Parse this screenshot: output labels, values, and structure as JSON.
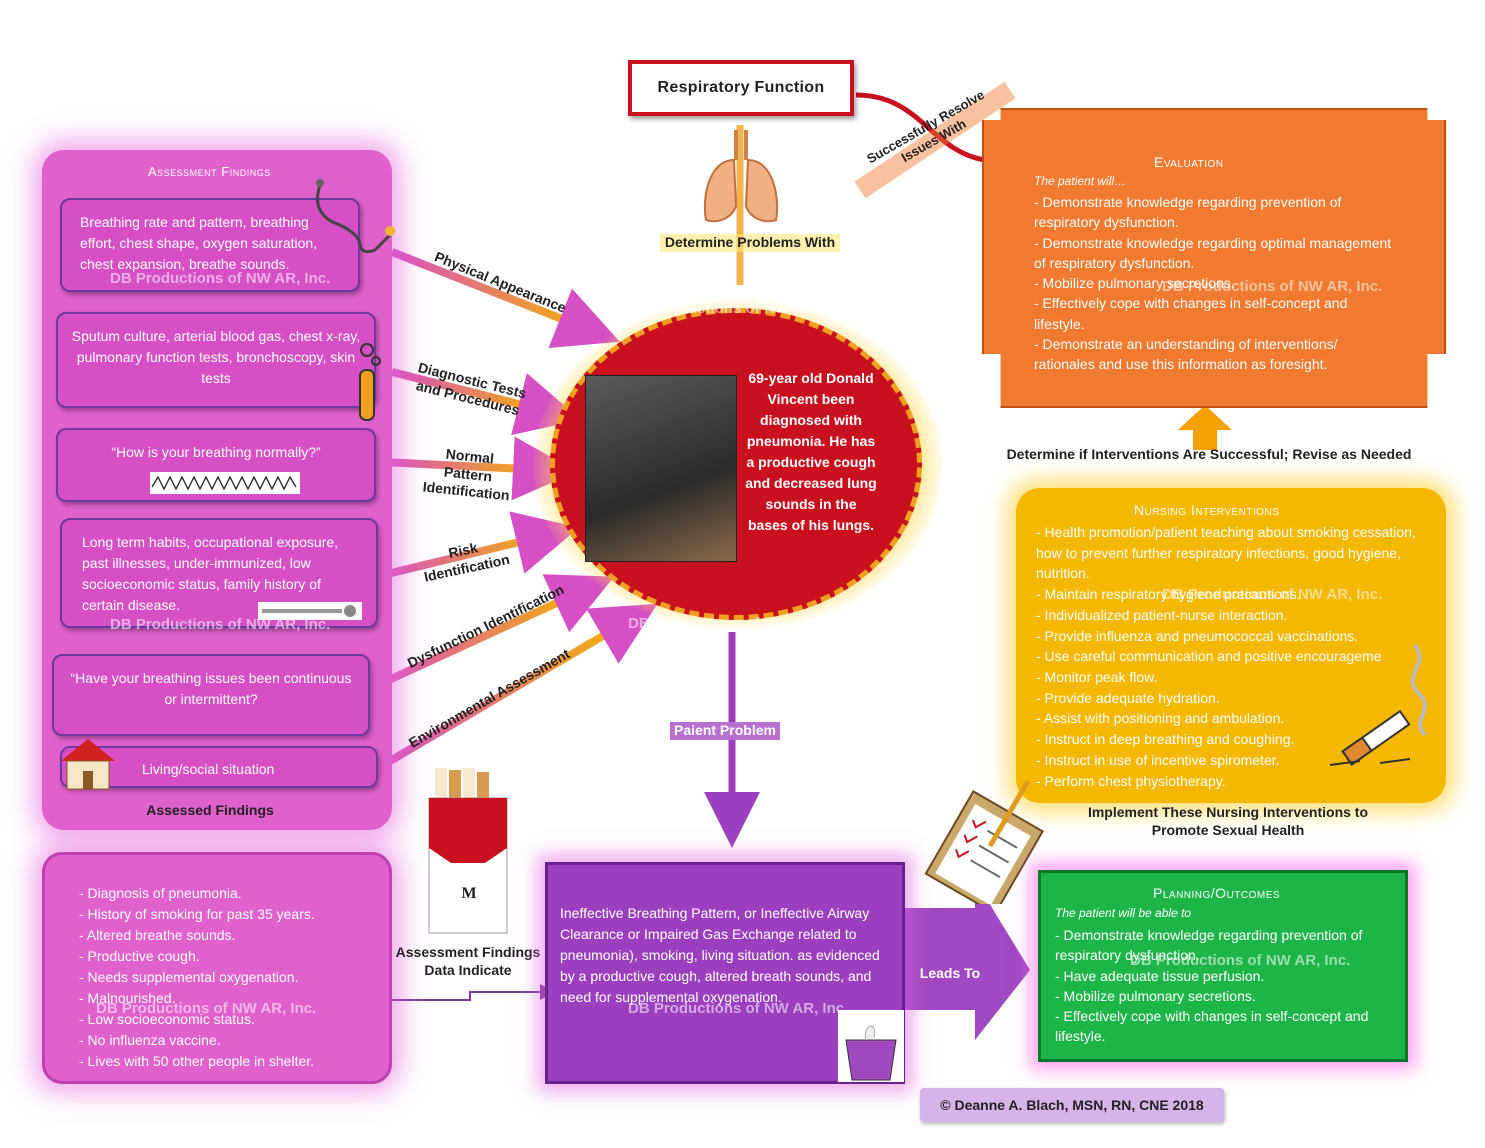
{
  "title": "Respiratory Function",
  "center": {
    "patient_text": "69-year old Donald Vincent been diagnosed with pneumonia. He has a productive cough and decreased lung sounds in the bases of his lungs."
  },
  "watermark": "DB Productions of NW AR, Inc.",
  "assessment": {
    "title": "Assessment Findings",
    "boxes": [
      "Breathing rate and pattern, breathing effort, chest shape, oxygen saturation, chest expansion, breathe sounds.",
      "Sputum culture, arterial blood gas, chest x-ray, pulmonary function tests, bronchoscopy, skin tests",
      "“How is your breathing normally?”",
      "Long term habits, occupational exposure, past illnesses, under-immunized, low socioeconomic status, family history of certain disease.",
      "“Have your breathing issues been continuous or intermittent?",
      "Living/social situation"
    ],
    "footer": "Assessed Findings"
  },
  "arrows": {
    "physical": "Physical Appearance",
    "diagnostic": "Diagnostic Tests and Procedures",
    "normal": "Normal Pattern Identification",
    "risk": "Risk Identification",
    "dysfunction": "Dysfunction Identification",
    "environmental": "Environmental Assessment",
    "determine": "Determine Problems With",
    "resolve": "Successfully Resolve Issues With",
    "problem": "Paient Problem",
    "leads": "Leads To",
    "data": "Assessment Findings Data Indicate",
    "determine_success": "Determine if Interventions Are Successful; Revise as Needed",
    "implement": "Implement These Nursing Interventions to Promote Sexual Health"
  },
  "findings": [
    "- Diagnosis of pneumonia.",
    "- History of smoking for past 35 years.",
    "- Altered breathe sounds.",
    " - Productive cough.",
    "- Needs supplemental oxygenation.",
    "- Malnourished.",
    "- Low socioeconomic status.",
    " - No influenza vaccine.",
    "- Lives with 50 other people in shelter."
  ],
  "problem": "Ineffective Breathing Pattern, or Ineffective Airway Clearance or Impaired Gas Exchange related to pneumonia), smoking, living situation. as evidenced by a productive cough, altered breath sounds, and need for supplemental oxygenation.",
  "evaluation": {
    "title": "Evaluation",
    "intro": "The patient will…",
    "items": [
      "- Demonstrate knowledge regarding prevention of respiratory dysfunction.",
      "- Demonstrate knowledge regarding optimal management of respiratory dysfunction.",
      "- Mobilize pulmonary secretions.",
      "- Effectively cope with changes in self-concept and lifestyle.",
      "- Demonstrate an understanding of interventions/ rationales and use this information as foresight."
    ]
  },
  "nursing": {
    "title": "Nursing Interventions",
    "items": [
      "- Health promotion/patient teaching about smoking cessation, how to prevent further respiratory infections, good hygiene, nutrition.",
      "- Maintain respiratory hygiene precautions.",
      "- Individualized patient-nurse interaction.",
      "- Provide influenza and pneumococcal vaccinations.",
      "- Use careful communication and positive encourageme",
      "- Monitor peak flow.",
      "- Provide adequate hydration.",
      "- Assist with positioning and ambulation.",
      "- Instruct in deep breathing and coughing.",
      "- Instruct in use of incentive spirometer.",
      "- Perform chest physiotherapy."
    ]
  },
  "planning": {
    "title": "Planning/Outcomes",
    "intro": "The patient will be able to",
    "items": [
      "- Demonstrate knowledge regarding prevention of respiratory dysfunction.",
      "- Have adequate tissue perfusion.",
      "- Mobilize pulmonary secretions.",
      "- Effectively cope with changes in self-concept and lifestyle."
    ]
  },
  "copyright": "© Deanne A. Blach, MSN, RN, CNE 2018",
  "icons": [
    "stethoscope-icon",
    "test-tubes-icon",
    "waveform-icon",
    "thermometer-icon",
    "house-icon",
    "cigarette-pack-icon",
    "lungs-icon",
    "clipboard-icon",
    "cigarette-icon",
    "tissue-box-icon",
    "patient-photo"
  ],
  "colors": {
    "red": "#c8101e",
    "magenta": "#e060cc",
    "purple": "#9b3fbf",
    "orange": "#f07a30",
    "yellow": "#f5b800",
    "green": "#1eb548"
  }
}
